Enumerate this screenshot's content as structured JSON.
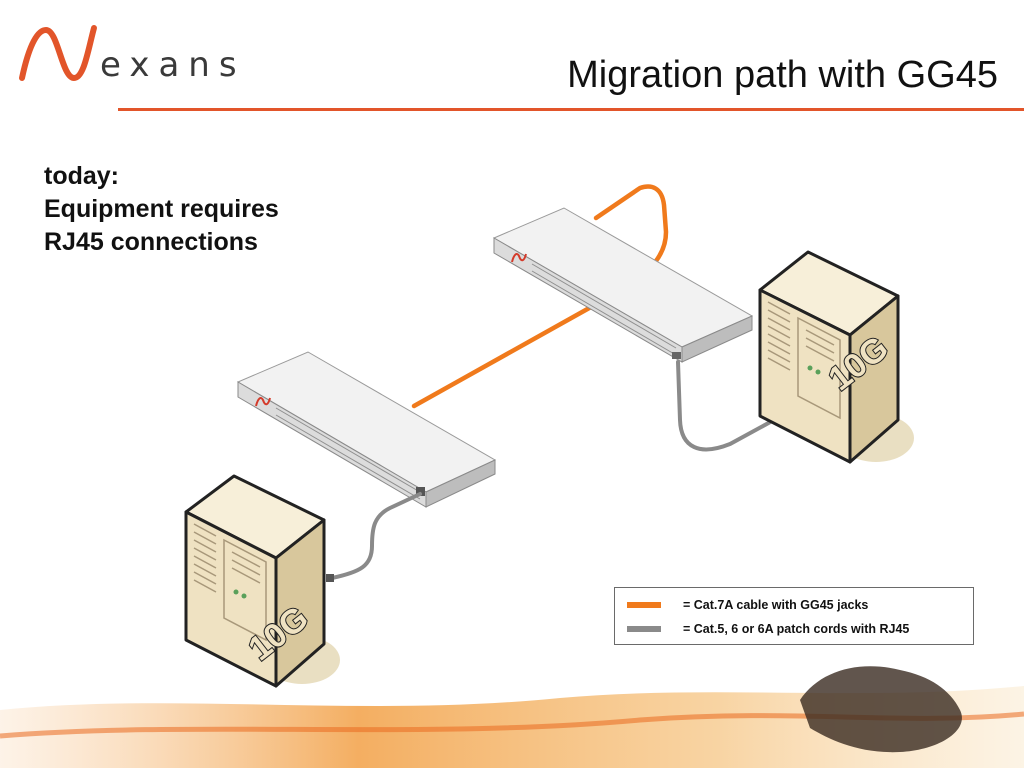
{
  "brand": {
    "logo_text": "exans",
    "accent_color": "#e2552a"
  },
  "slide": {
    "title": "Migration path with GG45"
  },
  "headline": {
    "line1": "today:",
    "line2": "Equipment requires",
    "line3": "RJ45 connections"
  },
  "servers": {
    "upper_badge": "10G",
    "lower_badge": "10G"
  },
  "legend": {
    "items": [
      {
        "color": "#f07a1c",
        "label": "= Cat.7A  cable with GG45 jacks"
      },
      {
        "color": "#8a8a8a",
        "label": "= Cat.5, 6 or 6A patch cords with RJ45"
      }
    ]
  },
  "colors": {
    "cat7_cable": "#f07a1c",
    "patch_cord": "#8a8a8a",
    "server_body": "#efe2c2",
    "panel": "#e6e6e6"
  }
}
